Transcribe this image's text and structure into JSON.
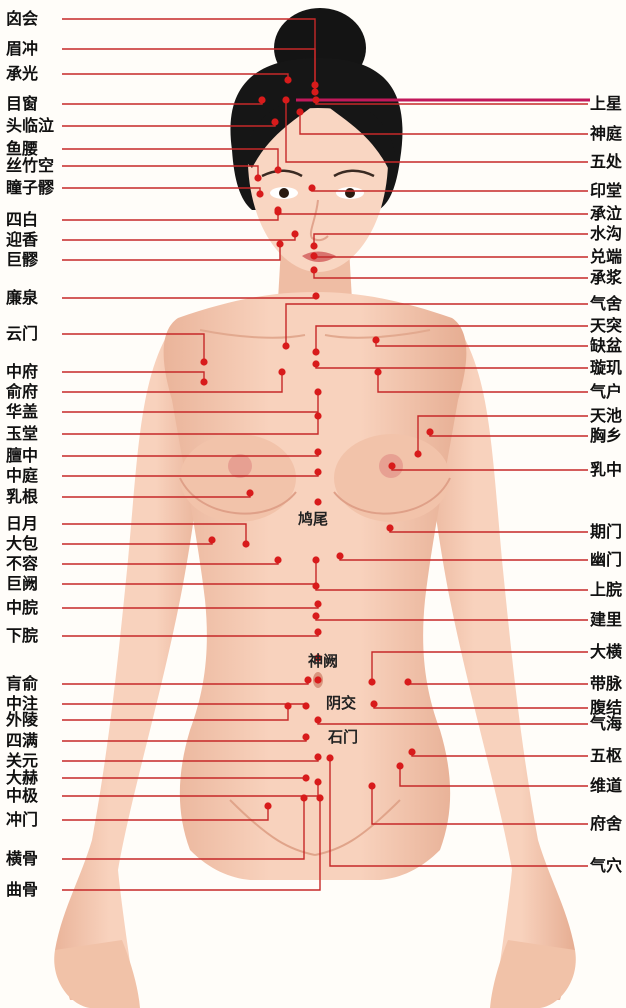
{
  "colors": {
    "leader": "#c62828",
    "point": "#d81b1b",
    "highlight": "#c2185b",
    "skin": "#f5c8b0",
    "skin_shadow": "#e3a88e",
    "hair": "#141414",
    "background": "#fffdf9"
  },
  "left_labels": [
    "囟会",
    "眉冲",
    "承光",
    "目窗",
    "头临泣",
    "鱼腰",
    "丝竹空",
    "瞳子髎",
    "四白",
    "迎香",
    "巨髎",
    "廉泉",
    "云门",
    "中府",
    "俞府",
    "华盖",
    "玉堂",
    "膻中",
    "中庭",
    "乳根",
    "日月",
    "大包",
    "不容",
    "巨阙",
    "中脘",
    "下脘",
    "肓俞",
    "中注",
    "外陵",
    "四满",
    "关元",
    "大赫",
    "中极",
    "冲门",
    "横骨",
    "曲骨"
  ],
  "right_labels": [
    "上星",
    "神庭",
    "五处",
    "印堂",
    "承泣",
    "水沟",
    "兑端",
    "承浆",
    "气舍",
    "天突",
    "缺盆",
    "璇玑",
    "气户",
    "天池",
    "胸乡",
    "乳中",
    "期门",
    "幽门",
    "上脘",
    "建里",
    "大横",
    "带脉",
    "腹结",
    "气海",
    "五枢",
    "维道",
    "府舍",
    "气穴"
  ],
  "center_labels": [
    "鸠尾",
    "神阙",
    "阴交",
    "石门"
  ]
}
